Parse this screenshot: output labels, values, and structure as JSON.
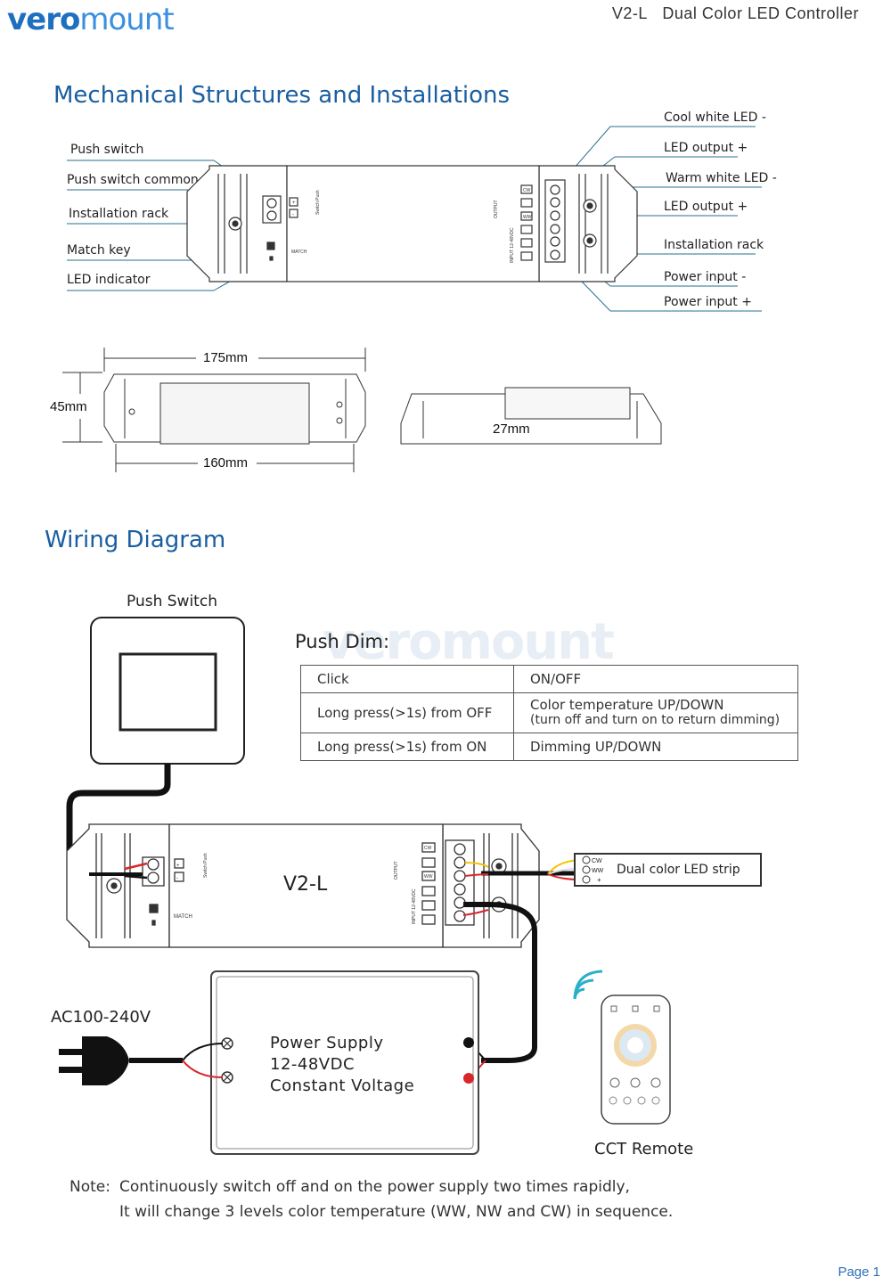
{
  "header": {
    "logo_part1": "vero",
    "logo_part2": "mount",
    "product_code": "V2-L",
    "product_name": "Dual Color LED Controller"
  },
  "section_mechanical": {
    "title": "Mechanical Structures and Installations",
    "left_labels": [
      "Push switch",
      "Push switch common",
      "Installation rack",
      "Match key",
      "LED indicator"
    ],
    "right_labels": [
      "Cool white LED -",
      "LED output +",
      "Warm white LED -",
      "LED output +",
      "Installation rack",
      "Power input -",
      "Power input +"
    ],
    "device_marks": {
      "switch_push": "Switch Push",
      "match": "MATCH",
      "output": "OUTPUT",
      "input": "INPUT 12-48VDC",
      "cw": "CW",
      "ww": "WW",
      "plus": "+",
      "minus": "-"
    },
    "dimensions": {
      "length_total": "175mm",
      "length_body": "160mm",
      "width": "45mm",
      "height": "27mm"
    }
  },
  "section_wiring": {
    "title": "Wiring Diagram",
    "push_switch_label": "Push Switch",
    "push_dim_title": "Push Dim:",
    "push_dim_rows": [
      {
        "action": "Click",
        "result": "ON/OFF",
        "result2": ""
      },
      {
        "action": "Long press(>1s) from OFF",
        "result": "Color temperature UP/DOWN",
        "result2": "(turn off and turn on to return dimming)"
      },
      {
        "action": "Long press(>1s) from ON",
        "result": "Dimming UP/DOWN",
        "result2": ""
      }
    ],
    "controller_label": "V2-L",
    "led_strip_label": "Dual color LED strip",
    "strip_pins": [
      "CW",
      "WW",
      "+"
    ],
    "ac_label": "AC100-240V",
    "power_supply": [
      "Power Supply",
      "12-48VDC",
      "Constant Voltage"
    ],
    "remote_label": "CCT Remote"
  },
  "note": {
    "prefix": "Note:",
    "line1": "Continuously switch off and on the power supply two times rapidly,",
    "line2": "It will change 3 levels color temperature (WW, NW and CW) in sequence."
  },
  "footer": {
    "page": "Page 1"
  },
  "colors": {
    "title_blue": "#1a5ea0",
    "leader_line": "#2a6f8f",
    "wire_red": "#d9262a",
    "wire_yellow": "#f2c400"
  }
}
